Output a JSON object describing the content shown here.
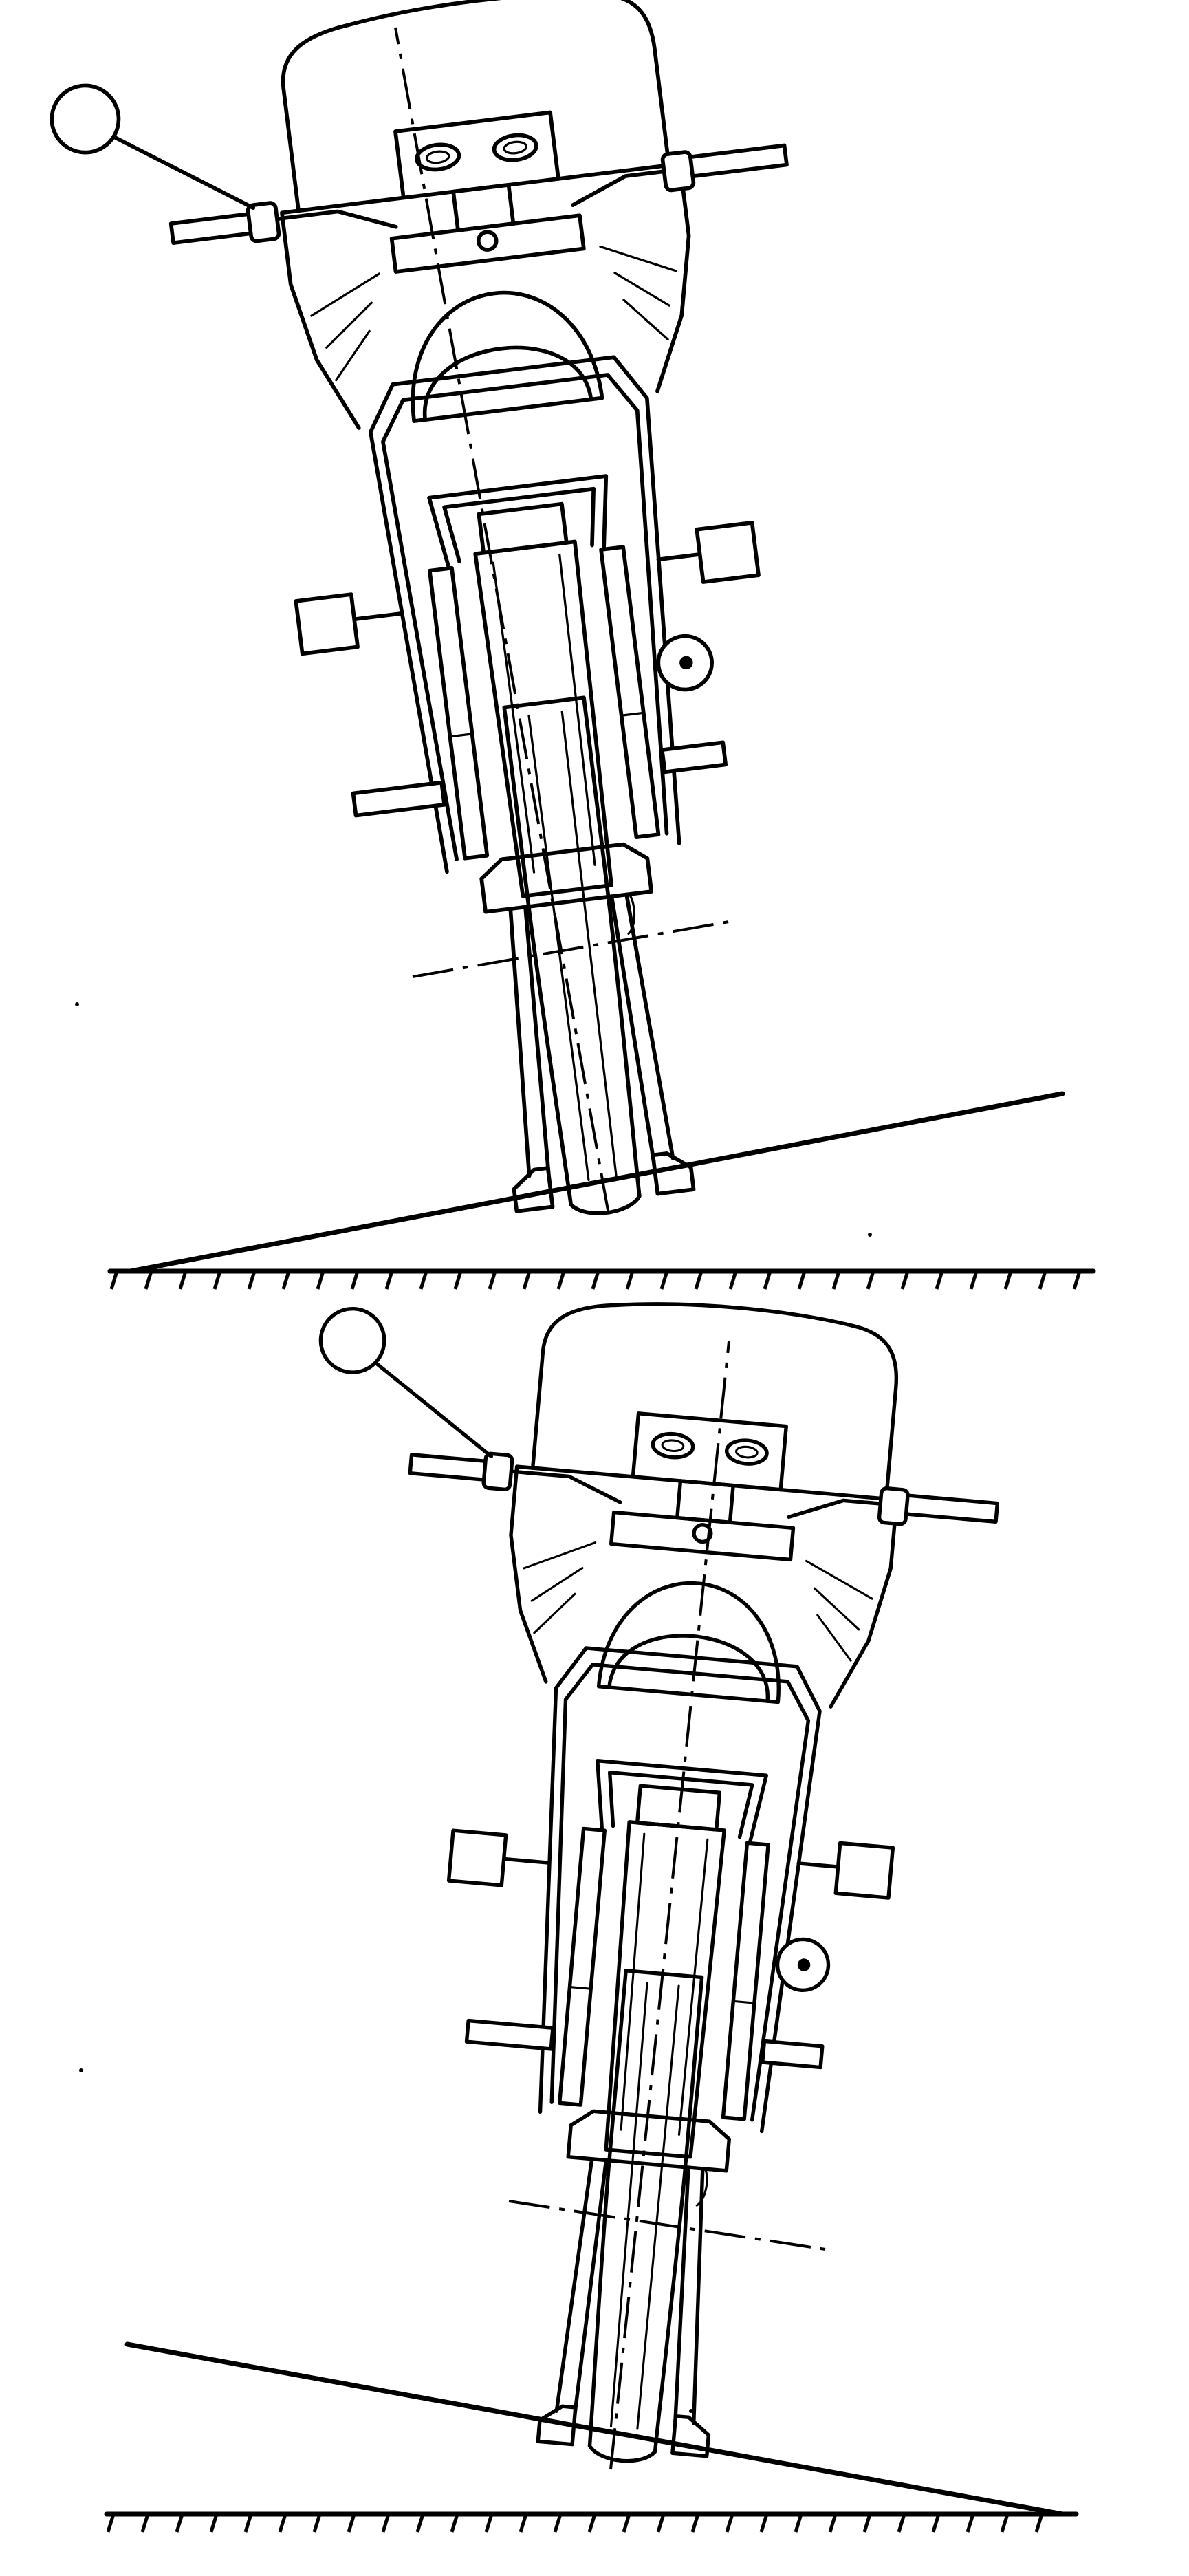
{
  "figure": {
    "panels": [
      {
        "id": "top",
        "lean": "right-side-down",
        "ground_tilt": "rises-to-right"
      },
      {
        "id": "bottom",
        "lean": "left-side-down",
        "ground_tilt": "falls-to-right"
      }
    ],
    "line_color": "#000000",
    "background": "#ffffff"
  }
}
